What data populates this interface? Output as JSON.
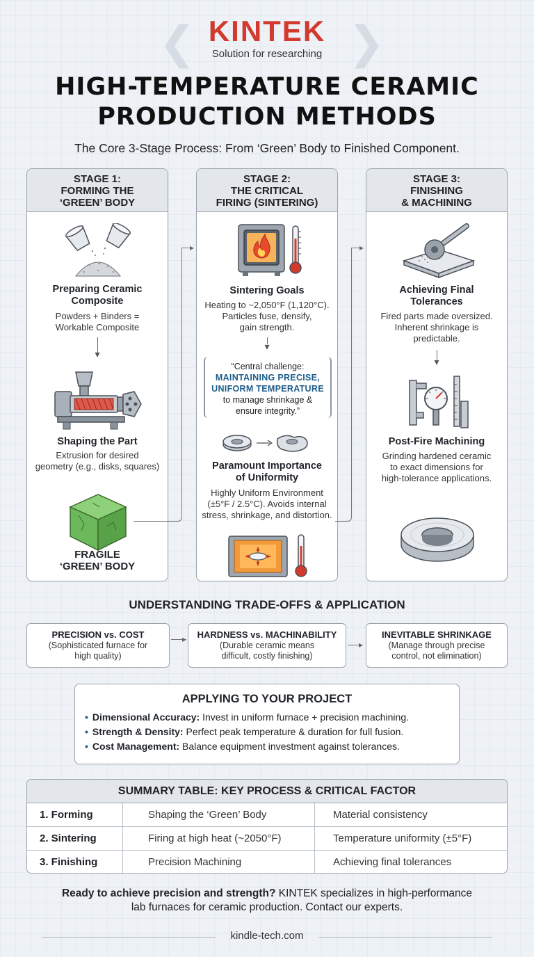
{
  "header": {
    "logo": "KINTEK",
    "tagline": "Solution for researching",
    "title_line1": "HIGH-TEMPERATURE CERAMIC",
    "title_line2": "PRODUCTION METHODS",
    "subtitle": "The Core 3-Stage Process: From ‘Green’ Body to Finished Component."
  },
  "stage1": {
    "head_line1": "STAGE 1:",
    "head_line2": "FORMING THE",
    "head_line3": "‘GREEN’ BODY",
    "s1_title_a": "Preparing Ceramic",
    "s1_title_b": "Composite",
    "s1_desc_a": "Powders + Binders =",
    "s1_desc_b": "Workable Composite",
    "s2_title": "Shaping the Part",
    "s2_desc_a": "Extrusion for desired",
    "s2_desc_b": "geometry (e.g., disks, squares)",
    "s3_title_a": "FRAGILE",
    "s3_title_b": "‘GREEN’ BODY"
  },
  "stage2": {
    "head_line1": "STAGE 2:",
    "head_line2": "THE CRITICAL",
    "head_line3": "FIRING (SINTERING)",
    "s1_title": "Sintering Goals",
    "s1_desc_a": "Heating to ~2,050°F (1,120°C).",
    "s1_desc_b": "Particles fuse, densify,",
    "s1_desc_c": "gain strength.",
    "quote_a": "“Central challenge:",
    "quote_hl_a": "MAINTAINING PRECISE,",
    "quote_hl_b": "UNIFORM TEMPERATURE",
    "quote_b": "to manage shrinkage &",
    "quote_c": "ensure integrity.”",
    "s2_title_a": "Paramount Importance",
    "s2_title_b": "of Uniformity",
    "s2_desc_a": "Highly Uniform Environment",
    "s2_desc_b": "(±5°F / 2.5°C). Avoids internal",
    "s2_desc_c": "stress, shrinkage, and distortion."
  },
  "stage3": {
    "head_line1": "STAGE 3:",
    "head_line2": "FINISHING",
    "head_line3": "& MACHINING",
    "s1_title_a": "Achieving Final",
    "s1_title_b": "Tolerances",
    "s1_desc_a": "Fired parts made oversized.",
    "s1_desc_b": "Inherent shrinkage is",
    "s1_desc_c": "predictable.",
    "s2_title": "Post-Fire Machining",
    "s2_desc_a": "Grinding hardened ceramic",
    "s2_desc_b": "to exact dimensions for",
    "s2_desc_c": "high-tolerance applications."
  },
  "tradeoffs": {
    "heading": "UNDERSTANDING TRADE-OFFS & APPLICATION",
    "items": [
      {
        "title": "PRECISION vs. COST",
        "desc_a": "(Sophisticated furnace for",
        "desc_b": "high quality)"
      },
      {
        "title": "HARDNESS vs. MACHINABILITY",
        "desc_a": "(Durable ceramic means",
        "desc_b": "difficult, costly finishing)"
      },
      {
        "title": "INEVITABLE SHRINKAGE",
        "desc_a": "(Manage through precise",
        "desc_b": "control, not elimination)"
      }
    ]
  },
  "apply": {
    "title": "APPLYING TO YOUR PROJECT",
    "items": [
      {
        "label": "Dimensional Accuracy:",
        "text": " Invest in uniform furnace + precision machining."
      },
      {
        "label": "Strength & Density:",
        "text": " Perfect peak temperature & duration for full fusion."
      },
      {
        "label": "Cost Management:",
        "text": " Balance equipment investment against tolerances."
      }
    ]
  },
  "summary": {
    "title": "SUMMARY TABLE: KEY PROCESS & CRITICAL FACTOR",
    "rows": [
      {
        "stage": "1. Forming",
        "process": "Shaping the ‘Green’ Body",
        "factor": "Material consistency"
      },
      {
        "stage": "2. Sintering",
        "process": "Firing at high heat (~2050°F)",
        "factor": "Temperature uniformity (±5°F)"
      },
      {
        "stage": "3. Finishing",
        "process": "Precision Machining",
        "factor": "Achieving final tolerances"
      }
    ]
  },
  "footer": {
    "cta_bold": "Ready to achieve precision and strength?",
    "cta_rest": " KINTEK specializes in high-performance",
    "cta_line2": "lab furnaces for ceramic production. Contact our experts.",
    "url": "kindle-tech.com"
  },
  "colors": {
    "brand": "#d23a2e",
    "accent": "#1c5d8a",
    "header_bg": "#e3e7ec",
    "border": "#9aa3ad"
  }
}
